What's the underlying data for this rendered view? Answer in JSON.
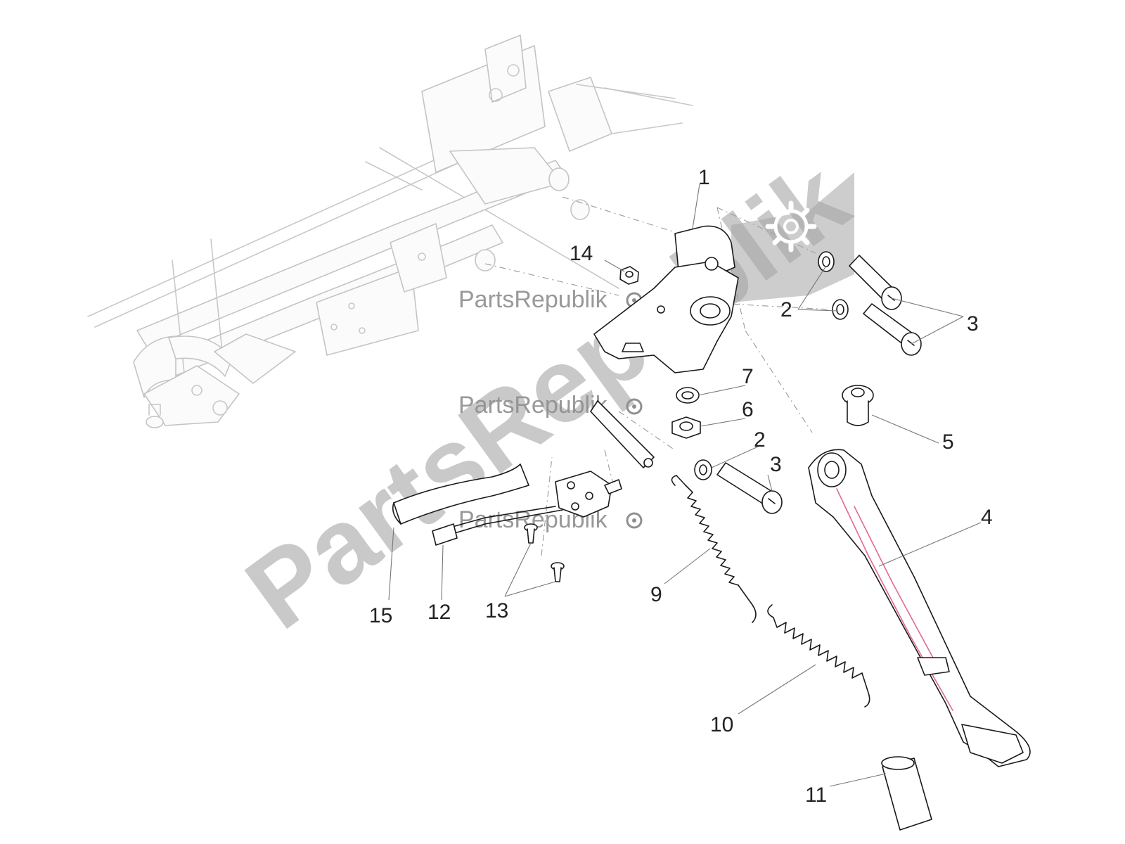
{
  "watermark": {
    "big_text": "PartsRepublik",
    "small_text": "PartsRepublik"
  },
  "callouts": [
    {
      "id": "1",
      "label": "1"
    },
    {
      "id": "2a",
      "label": "2"
    },
    {
      "id": "3a",
      "label": "3"
    },
    {
      "id": "14",
      "label": "14"
    },
    {
      "id": "7",
      "label": "7"
    },
    {
      "id": "6",
      "label": "6"
    },
    {
      "id": "2b",
      "label": "2"
    },
    {
      "id": "3b",
      "label": "3"
    },
    {
      "id": "5",
      "label": "5"
    },
    {
      "id": "4",
      "label": "4"
    },
    {
      "id": "9",
      "label": "9"
    },
    {
      "id": "15",
      "label": "15"
    },
    {
      "id": "12",
      "label": "12"
    },
    {
      "id": "13",
      "label": "13"
    },
    {
      "id": "10",
      "label": "10"
    },
    {
      "id": "11",
      "label": "11"
    }
  ],
  "colors": {
    "part_outline": "#1a1a1a",
    "frame_outline": "#c8c8c8",
    "highlight_outline": "#e2698f",
    "watermark": "#9e9e9e"
  }
}
